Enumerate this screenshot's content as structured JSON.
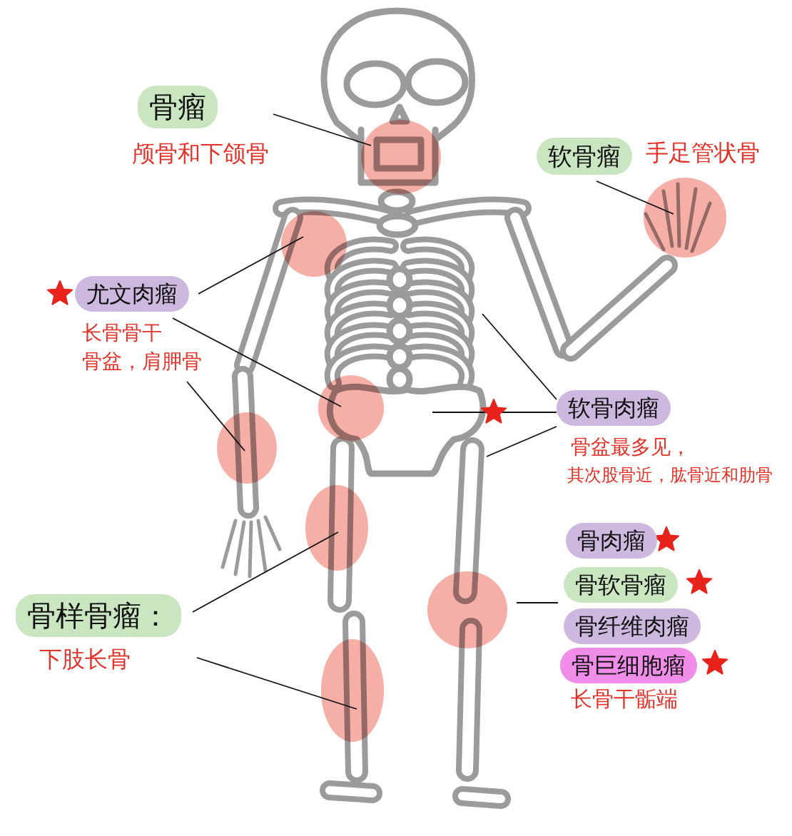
{
  "diagram": {
    "nodes": [
      {
        "text": [
          "骨瘤"
        ]
      },
      {
        "text": [
          "软骨瘤"
        ]
      },
      {
        "text": [
          "尤文肉瘤"
        ]
      },
      {
        "text": [
          "软骨肉瘤"
        ]
      },
      {
        "text": [
          "骨肉瘤"
        ]
      },
      {
        "text": [
          "骨软骨瘤"
        ]
      },
      {
        "text": [
          "骨纤维肉瘤"
        ]
      },
      {
        "text": [
          "骨巨细胞瘤"
        ]
      },
      {
        "text": [
          "骨样骨瘤："
        ]
      }
    ],
    "labels": [
      "颅骨和下颌骨",
      "手足管状骨",
      "长骨骨干",
      "骨盆，肩胛骨",
      "骨盆最多见，",
      "其次股骨近，肱骨近和肋骨",
      "长骨干骺端",
      "下肢长骨"
    ]
  }
}
